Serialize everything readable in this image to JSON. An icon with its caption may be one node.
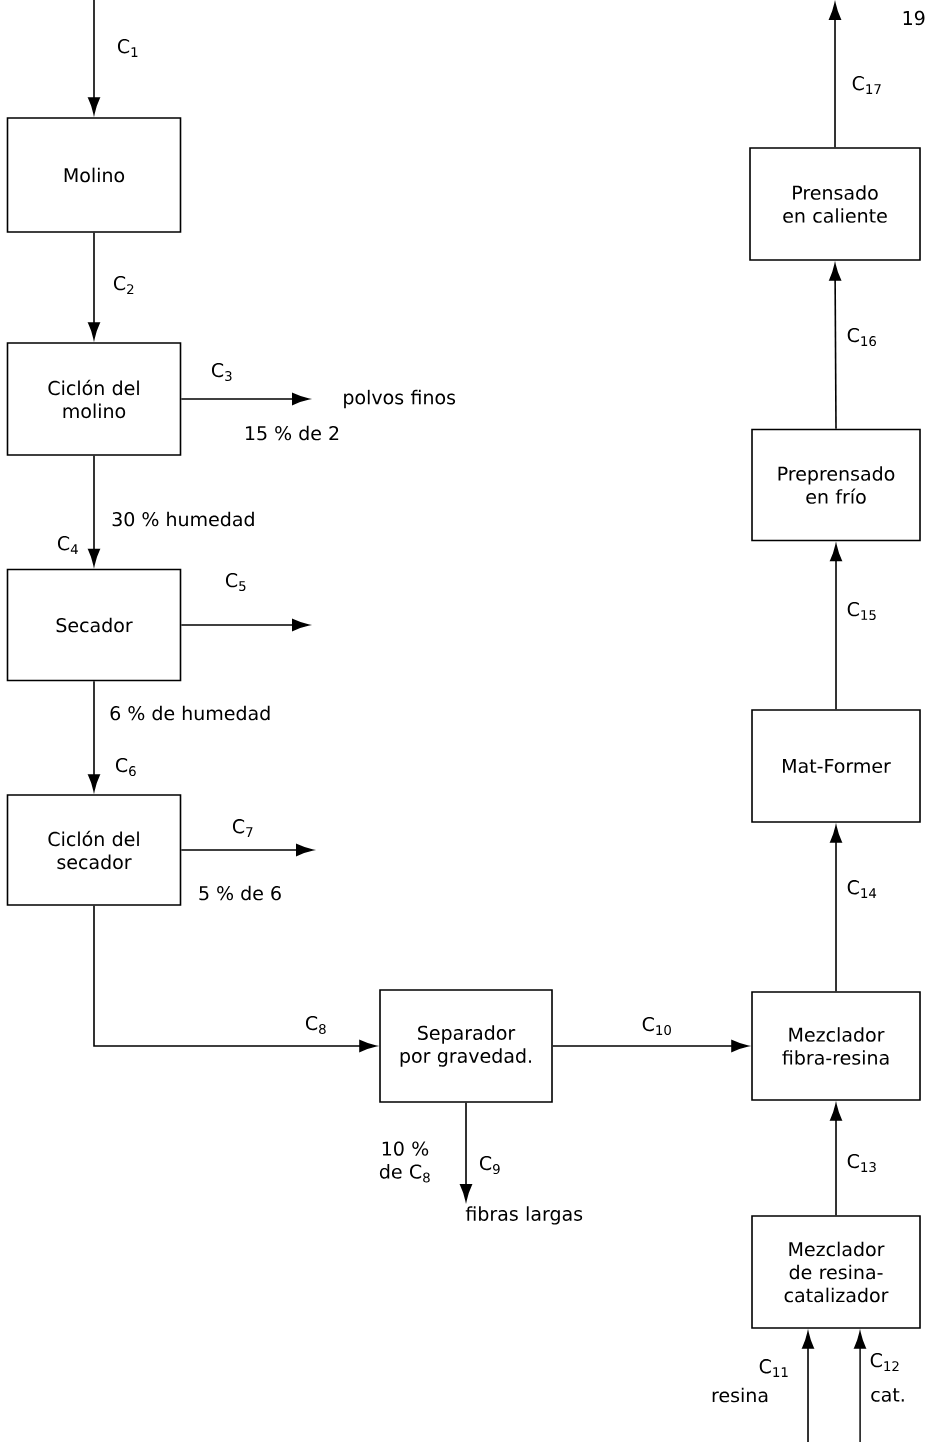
{
  "diagram": {
    "nodes": [
      {
        "text": [
          "Molino"
        ]
      },
      {
        "text": [
          "Ciclón del molino"
        ]
      },
      {
        "text": [
          "Secador"
        ]
      },
      {
        "text": [
          "Ciclón del secador"
        ]
      },
      {
        "text": [
          "Separador por gravedad."
        ]
      },
      {
        "text": [
          "Mezclador fibra-resina"
        ]
      },
      {
        "text": [
          "Mezclador de resina-catalizador"
        ]
      },
      {
        "text": [
          "Mat-Former"
        ]
      },
      {
        "text": [
          "Preprensado en frío"
        ]
      },
      {
        "text": [
          "Prensado en caliente"
        ]
      },
      {
        "text": [
          "polvos finos"
        ]
      },
      {
        "text": [
          "fibras largas"
        ]
      }
    ],
    "edges": [
      {
        "from": null,
        "to": 0,
        "arrow": "to",
        "label": "C$_{1}$"
      },
      {
        "from": 0,
        "to": 1,
        "arrow": "to",
        "label": "C$_{2}$"
      },
      {
        "from": 1,
        "to": 10,
        "arrow": "to",
        "label": "C$_{3}$"
      },
      {
        "from": 1,
        "to": 2,
        "arrow": "to",
        "label": "C$_{4}$"
      },
      {
        "from": 2,
        "to": null,
        "arrow": "to",
        "label": "C$_{5}$"
      },
      {
        "from": 2,
        "to": 3,
        "arrow": "to",
        "label": "C$_{6}$"
      },
      {
        "from": 3,
        "to": null,
        "arrow": "to",
        "label": "C$_{7}$"
      },
      {
        "from": 3,
        "to": 4,
        "arrow": "to",
        "label": "C$_{8}$"
      },
      {
        "from": 4,
        "to": 11,
        "arrow": "to",
        "label": "C$_{9}$"
      },
      {
        "from": 4,
        "to": 5,
        "arrow": "to",
        "label": "C$_{10}$"
      },
      {
        "from": null,
        "to": 6,
        "arrow": "to",
        "label": "C$_{11}$"
      },
      {
        "from": null,
        "to": 6,
        "arrow": "to",
        "label": "C$_{12}$"
      },
      {
        "from": 6,
        "to": 5,
        "arrow": "to",
        "label": "C$_{13}$"
      },
      {
        "from": 5,
        "to": 7,
        "arrow": "to",
        "label": "C$_{14}$"
      },
      {
        "from": 7,
        "to": 8,
        "arrow": "to",
        "label": "C$_{15}$"
      },
      {
        "from": 8,
        "to": 9,
        "arrow": "to",
        "label": "C$_{16}$"
      },
      {
        "from": 9,
        "to": null,
        "arrow": "to",
        "label": "C$_{17}$"
      }
    ],
    "labels": [
      "19",
      "15 % de 2",
      "30 % humedad",
      "6 % de humedad",
      "5 % de 6",
      "10 % de C$_{8}$",
      "resina",
      "cat."
    ]
  }
}
